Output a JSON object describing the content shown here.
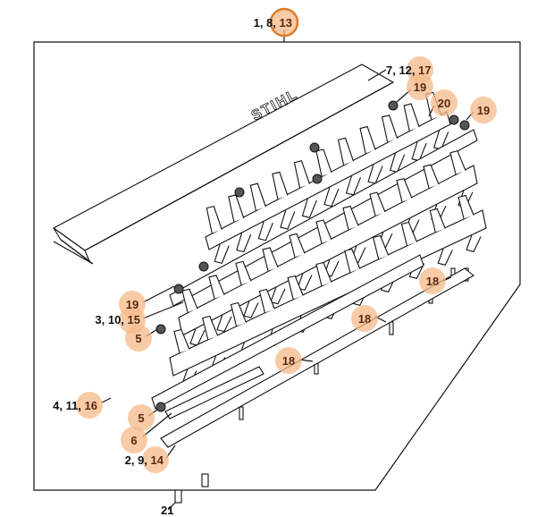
{
  "diagram": {
    "brand_mark": "STIHL",
    "highlight_color": "#f6b98a",
    "selected_ring_color": "#e07b2a",
    "callouts": [
      {
        "id": "c-top",
        "text_plain": "1, 8, ",
        "text_hl": "13",
        "selected": true
      },
      {
        "id": "c-7",
        "text_plain": "7, 12, ",
        "text_hl": "17"
      },
      {
        "id": "c-19a",
        "text_plain": "",
        "text_hl": "19"
      },
      {
        "id": "c-20",
        "text_plain": "",
        "text_hl": "20"
      },
      {
        "id": "c-19b",
        "text_plain": "",
        "text_hl": "19"
      },
      {
        "id": "c-19c",
        "text_plain": "",
        "text_hl": "19"
      },
      {
        "id": "c-3",
        "text_plain": "3, 10, ",
        "text_hl": "15"
      },
      {
        "id": "c-5a",
        "text_plain": "",
        "text_hl": "5"
      },
      {
        "id": "c-4",
        "text_plain": "4, 11, ",
        "text_hl": "16"
      },
      {
        "id": "c-5b",
        "text_plain": "",
        "text_hl": "5"
      },
      {
        "id": "c-6",
        "text_plain": "",
        "text_hl": "6"
      },
      {
        "id": "c-2",
        "text_plain": "2, 9, ",
        "text_hl": "14"
      },
      {
        "id": "c-21",
        "text_plain": "21",
        "text_hl": ""
      },
      {
        "id": "c-18a",
        "text_plain": "",
        "text_hl": "18"
      },
      {
        "id": "c-18b",
        "text_plain": "",
        "text_hl": "18"
      },
      {
        "id": "c-18c",
        "text_plain": "",
        "text_hl": "18"
      }
    ]
  }
}
